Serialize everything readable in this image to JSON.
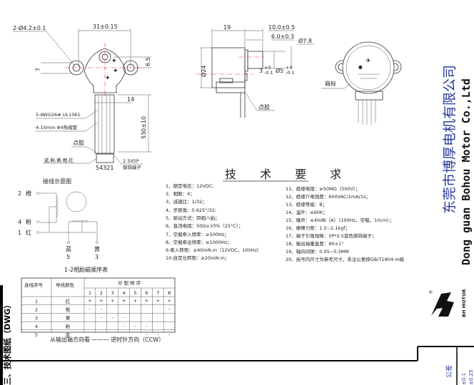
{
  "front_view": {
    "hole_dim": "2-Ø4.2±0.1",
    "width_dim": "31±0.15",
    "ear_offset_dim": "7",
    "shaft_offset_dim": "6.5",
    "wire_width_dim": "14",
    "lead_length_dim": "530±10",
    "wire_spec": "5-AWG26# UL1061",
    "sleeve_spec": "4-10mm Φ4热缩管",
    "glue_label": "点胶",
    "wire_colors": "蓝,粉,黄,橙,红",
    "pin_numbers": "54321",
    "terminal_size": "2.5X5P",
    "terminal_type": "倒钩端子"
  },
  "side_view": {
    "body_length_dim": "19",
    "shaft_length_dim": "10.0±0.5",
    "flat_length_dim": "6.0±0.3",
    "boss_dia_dim": "Ø7.8",
    "body_dia_dim": "Ø24",
    "flat_dim": "3",
    "shaft_dia_dim": "Ø5",
    "tol_upper": "+0",
    "tol_lower": "-0.1",
    "glue_label": "点胶"
  },
  "label_view": {
    "trademark_label": "商标"
  },
  "company": {
    "name_cn": "东莞市博厚电机有限公司",
    "name_en": "Dong guan Bohou Motor Co.,Ltd"
  },
  "tech_requirements": {
    "title": "技 术 要 求",
    "left": [
      "1、额定电压：12VDC;",
      "2、相数：4；",
      "3、减速比：1/32；",
      "4、步距角：5.625°/32;",
      "5、驱动方式：四相八拍；",
      "6、直流电阻：50Ω±10%（25°C）；",
      "7、空载牵入频率：≥500Hz；",
      "8、空载牵出频率：≥1000Hz；",
      "9.牵入转矩：≥40mN.m（12VDC，100Hz）",
      "10:自定位转矩：≥20mN.m；"
    ],
    "right": [
      "11、绝缘电阻：≥50MΩ（500V）；",
      "12、绝缘介电强度：600VAC/1mA/1s；",
      "13、绝缘等级：B；",
      "14、温升：≤60K；",
      "15、噪声：≤40dB（A）（100Hz，空载，10cm）；",
      "16、摩擦力矩：1.5~2.1kgf；",
      "17、端子引角规格：5P*2.5蓝色倒钩端子；",
      "18、输出轴垂直度：90±1°",
      "19、轴向间隙：0.05~0.3MM",
      "20、括号内尺寸为参考尺寸，未注公差按GB/T1804-m级"
    ]
  },
  "wiring": {
    "title": "接线示意图",
    "leads": [
      {
        "num": "2",
        "color": "橙"
      },
      {
        "num": "4",
        "color": "粉"
      },
      {
        "num": "1",
        "color": "红"
      },
      {
        "num": "5",
        "color": "蓝"
      },
      {
        "num": "3",
        "color": "黄"
      }
    ],
    "sequence_title": "1-2相励磁顺序表"
  },
  "sequence_table": {
    "headers": [
      "连线序号",
      "导线颜色",
      "分 配 顺 序"
    ],
    "steps": [
      "1",
      "2",
      "3",
      "4",
      "5",
      "6",
      "7",
      "8"
    ],
    "rows": [
      {
        "no": "1",
        "color": "红",
        "cells": [
          "+",
          "+",
          "+",
          "+",
          "+",
          "+",
          "+",
          "+"
        ]
      },
      {
        "no": "2",
        "color": "橙",
        "cells": [
          "-",
          "-",
          "",
          "",
          "",
          "",
          "",
          "-"
        ]
      },
      {
        "no": "3",
        "color": "黄",
        "cells": [
          "",
          "-",
          "-",
          "-",
          "",
          "",
          "",
          ""
        ]
      },
      {
        "no": "4",
        "color": "粉",
        "cells": [
          "",
          "",
          "",
          "-",
          "-",
          "-",
          "",
          ""
        ]
      },
      {
        "no": "5",
        "color": "蓝",
        "cells": [
          "",
          "",
          "",
          "",
          "",
          "-",
          "-",
          "-"
        ]
      }
    ],
    "note": "从输出轴方向看 ——— 逆时针方向（CCW）"
  },
  "side_title": "三、技术图纸（DWG）",
  "logo": {
    "brand": "BH MOTOR",
    "mark": "®"
  },
  "tolerance": {
    "label": "公差",
    "values": [
      "±0.1",
      "±0.25"
    ]
  }
}
